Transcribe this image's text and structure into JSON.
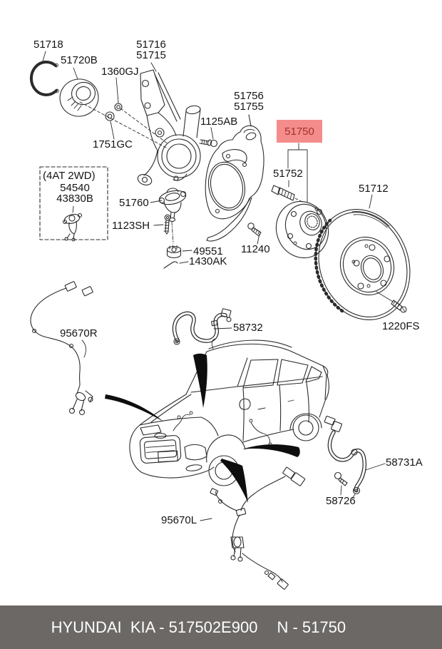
{
  "diagram_title": "front axle hub parts diagram",
  "highlight": {
    "selected_part": "51750",
    "box_fill": "#f48c8c",
    "box_text_color": "#a33127"
  },
  "parts": {
    "51718": {
      "label": "51718"
    },
    "51720B": {
      "label": "51720B"
    },
    "1360GJ": {
      "label": "1360GJ"
    },
    "51716": {
      "label": "51716"
    },
    "51715": {
      "label": "51715"
    },
    "1751GC": {
      "label": "1751GC"
    },
    "1125AB": {
      "label": "1125AB"
    },
    "51756": {
      "label": "51756"
    },
    "51755": {
      "label": "51755"
    },
    "51750": {
      "label": "51750"
    },
    "51752": {
      "label": "51752"
    },
    "51712": {
      "label": "51712"
    },
    "11240": {
      "label": "11240"
    },
    "49551": {
      "label": "49551"
    },
    "1430AK": {
      "label": "1430AK"
    },
    "variant": {
      "label": "(4AT 2WD)"
    },
    "54540": {
      "label": "54540"
    },
    "43830B": {
      "label": "43830B"
    },
    "51760": {
      "label": "51760"
    },
    "1123SH": {
      "label": "1123SH"
    },
    "1220FS": {
      "label": "1220FS"
    },
    "95670R": {
      "label": "95670R"
    },
    "58732": {
      "label": "58732"
    },
    "58731A": {
      "label": "58731A"
    },
    "58726": {
      "label": "58726"
    },
    "95670L": {
      "label": "95670L"
    }
  },
  "footer": {
    "left": "HYUNDAI  KIA - 517502E900",
    "right": "N - 51750",
    "background": "#6b6866"
  }
}
